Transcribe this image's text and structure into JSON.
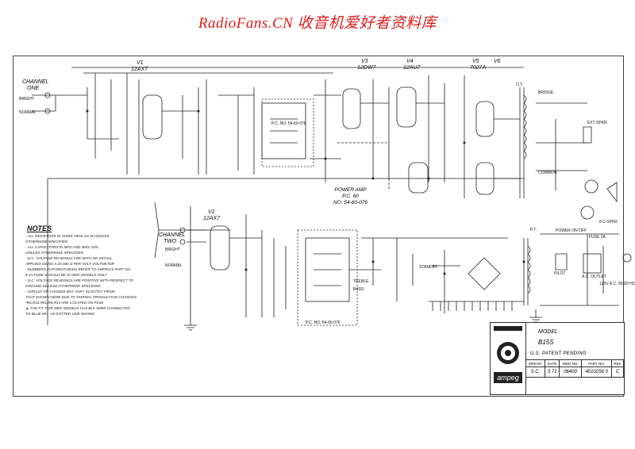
{
  "watermark": "RadioFans.CN 收音机爱好者资料库",
  "channel_one": {
    "line1": "CHANNEL",
    "line2": "ONE",
    "bright": "BRIGHT",
    "normal": "NORMAL"
  },
  "channel_two": {
    "line1": "CHANNEL",
    "line2": "TWO",
    "bright": "BRIGHT",
    "normal": "NORMAL"
  },
  "tubes": {
    "v1": "V1",
    "v1_type": "12AX7",
    "v2": "V2",
    "v2_type": "12AX7",
    "v3": "V3",
    "v3_type": "12DW7",
    "v4": "V4",
    "v4_type": "12AU7",
    "v5": "V5",
    "v5_type": "7027A",
    "v6": "V6"
  },
  "power_amp": {
    "line1": "POWER AMP",
    "line2": "P.C. 60",
    "line3": "NO. 54-60-076"
  },
  "notes": {
    "title": "NOTES",
    "lines": [
      "- ALL RESISTORS IN OHMS VIEW 1/2 W UNLESS",
      "  OTHERWISE SPECIFIED",
      "- ALL CAPACITORS IN MFD AND 400V 10% ",
      "  UNLESS OTHERWISE SPECIFIED",
      "- D.C. VOLTAGE READINGS ARE WITH NO SIGNAL",
      "  APPLIED USING A 20,000 Ω PER VOLT VOLTMETER",
      "- NUMBERS IN PARENTHESIS REFER TO AMPEG'S PART NO.",
      "● 2A FUSE SHOULD BE IN 280V MODELS ONLY",
      "- D.C. VOLTAGE READINGS ARE POSITIVE WITH RESPECT TO",
      "  GROUND UNLESS OTHERWISE SPECIFIED",
      "- CIRCUIT OF CHASSIS MAY VARY SLIGHTLY FROM",
      "  THAT SHOWN HERE DUE TO NORMAL PRODUCTION CHANGES",
      "*R6,R10,R81,R8,R14 ARE LOCATED ON PC60",
      "▲ THE P.T. FOR 280V MODELS HAS BLK WIRE CONNECTED",
      "  TO BLUE WH. AS DOTTED LINE SHOWS"
    ]
  },
  "labels": {
    "treble": "TREBLE",
    "bass": "BASS",
    "standby": "STANDBY",
    "ext_spkr": "EXT SPKR",
    "bridge": "BRIDGE",
    "common": "COMMON",
    "fuse": "FUSE 2A",
    "power_on_off": "POWER ON OFF",
    "pilot": "PILOT",
    "ac_outlet": "A.C. OUTLET",
    "line_v": "120V A.C. 50-60 HZ",
    "pc_no": "P.C. NO. 54-60-078",
    "pc_no2": "P.C. NO. 54-60-076",
    "pt": "P.T.",
    "ot": "O.T.",
    "spkr": "8 Ω SPKR"
  },
  "title_block": {
    "model_label": "MODEL",
    "model": "B15S",
    "patent": "U.S. PATENT PENDING",
    "headers": [
      "DRN BY",
      "DATE",
      "DWG NO.",
      "PART NO.",
      "REV"
    ],
    "values": [
      "S.C.",
      "3 71",
      "06400",
      "4010258 0",
      "C"
    ],
    "brand": "ampeg"
  },
  "colors": {
    "watermark": "#e01a1a",
    "ink": "#222222"
  }
}
